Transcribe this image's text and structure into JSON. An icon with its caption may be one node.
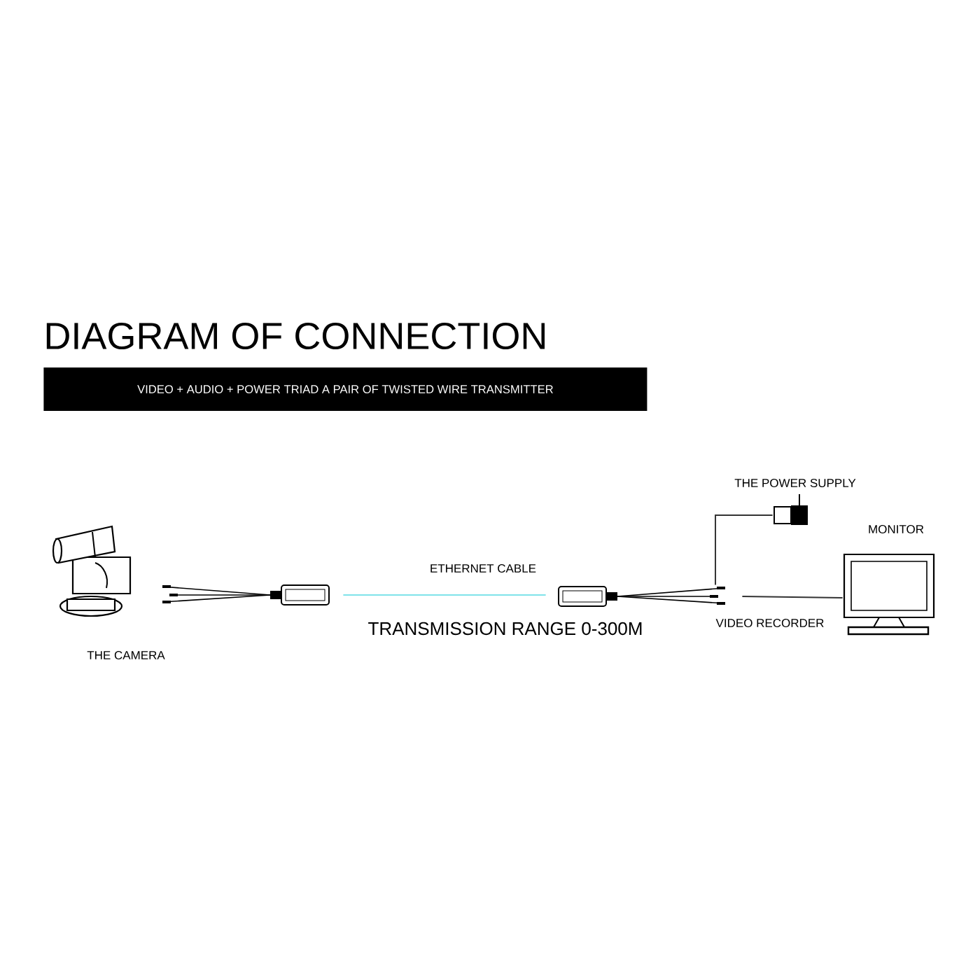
{
  "diagram": {
    "title": "DIAGRAM OF CONNECTION",
    "nodes": [
      {
        "text": [
          "VIDEO + AUDIO + POWER TRIAD A PAIR OF TWISTED WIRE TRANSMITTER"
        ]
      },
      {
        "text": [],
        "shape": "picture",
        "beside": [
          "THE CAMERA"
        ]
      },
      {
        "text": [],
        "shape": "picture"
      },
      {
        "text": [],
        "shape": "picture"
      },
      {
        "text": [],
        "shape": "picture",
        "beside": [
          "THE POWER SUPPLY"
        ]
      },
      {
        "text": [],
        "shape": "picture",
        "beside": [
          "MONITOR"
        ]
      }
    ],
    "edges": [
      {
        "from": 2,
        "to": 3,
        "arrow": "none",
        "label": "ETHERNET CABLE",
        "color": "#7fe3ea"
      },
      {
        "from": 4,
        "to": 3,
        "arrow": "none"
      },
      {
        "from": 3,
        "to": 5,
        "arrow": "none",
        "label": "VIDEO RECORDER"
      }
    ],
    "labels": [
      "TRANSMISSION RANGE 0-300M"
    ]
  }
}
